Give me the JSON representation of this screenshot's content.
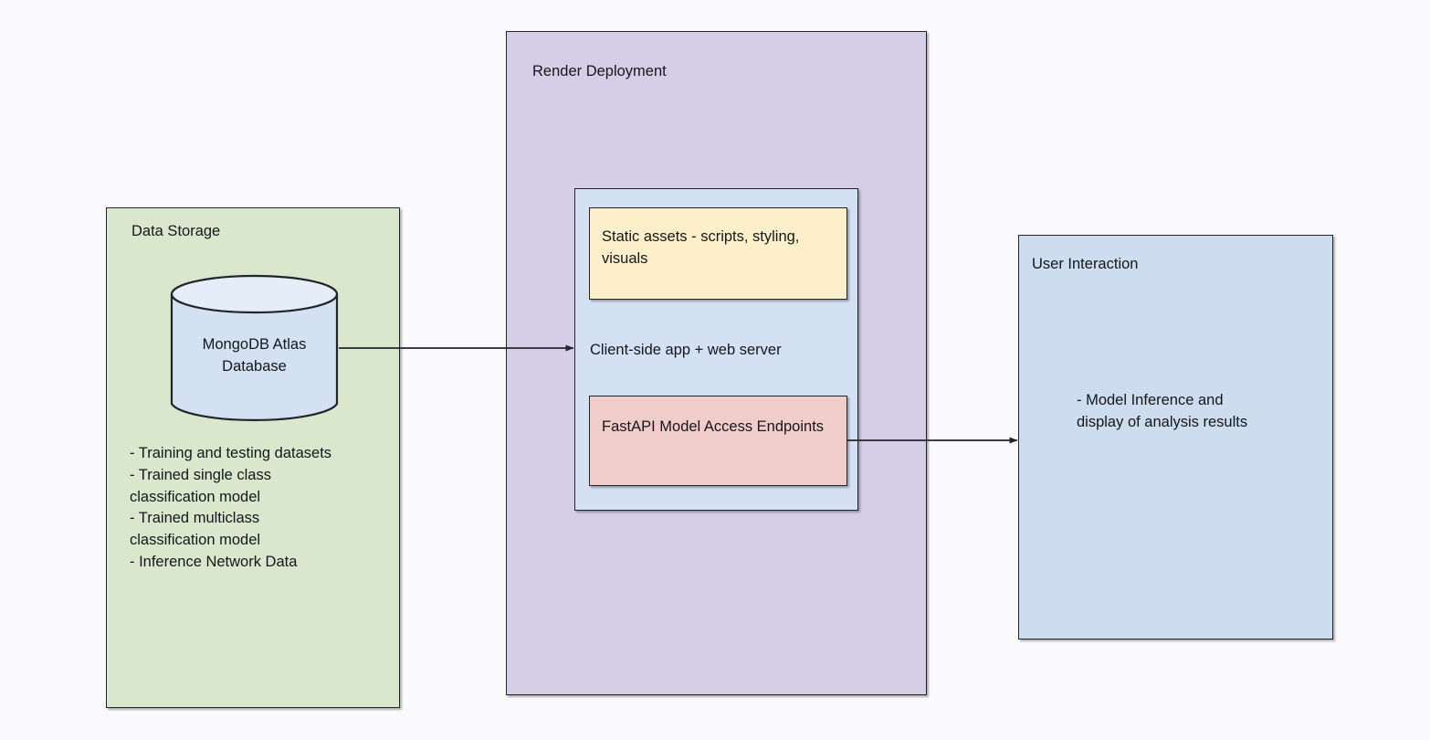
{
  "diagram": {
    "background_color": "#fafafc",
    "stroke_color": "#23242b"
  },
  "data_storage": {
    "title": "Data Storage",
    "fill": "#d9e7cd",
    "database": {
      "label": "MongoDB Atlas\nDatabase",
      "shape": "cylinder",
      "fill": "#d3e1f3"
    },
    "contents": "- Training and testing datasets\n- Trained single class\nclassification model\n- Trained multiclass\nclassification model\n- Inference Network Data"
  },
  "render_deployment": {
    "title": "Render Deployment",
    "fill": "#d5cee6",
    "client_app": {
      "label": "Client-side app + web server",
      "fill": "#d3e1f3"
    },
    "static_assets": {
      "label": "Static assets - scripts, styling, visuals",
      "fill": "#fcefc9"
    },
    "fastapi": {
      "label": "FastAPI Model Access Endpoints",
      "fill": "#f0ccca"
    }
  },
  "user_interaction": {
    "title": "User Interaction",
    "fill": "#cddcee",
    "contents": "- Model Inference and\ndisplay of analysis results"
  },
  "connectors": [
    {
      "name": "database-to-client-app",
      "from": "MongoDB Atlas Database",
      "to": "Client-side app + web server"
    },
    {
      "name": "fastapi-to-user-interaction",
      "from": "FastAPI Model Access Endpoints",
      "to": "User Interaction"
    }
  ]
}
